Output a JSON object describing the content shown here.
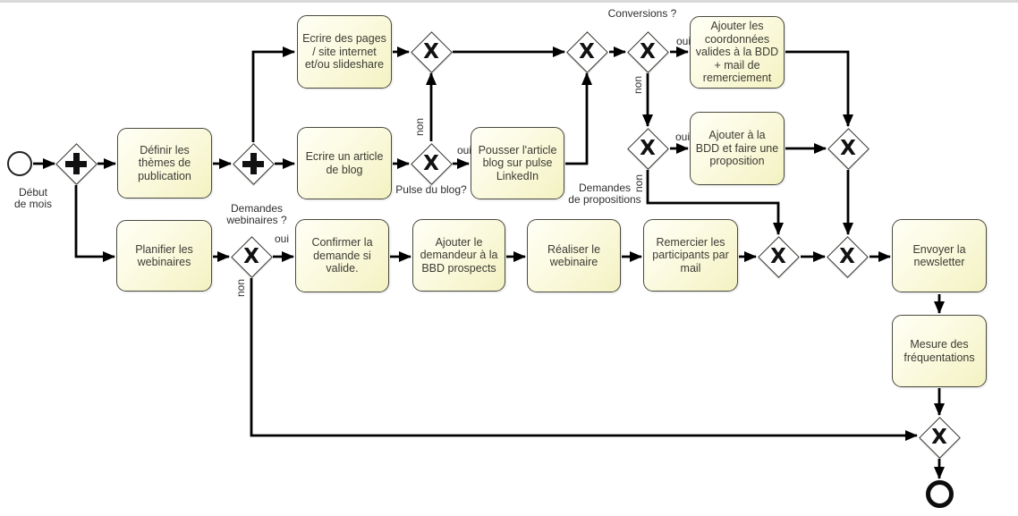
{
  "icons": {
    "exclusive_gateway": "X",
    "parallel_gateway": "+"
  },
  "events": {
    "start_label": "Début\nde mois"
  },
  "tasks": {
    "definir_themes": "Définir les\nthèmes de\npublication",
    "ecrire_pages": "Ecrire des pages\n/ site internet\net/ou slideshare",
    "ecrire_article": "Ecrire un article\nde blog",
    "pousser_article": "Pousser l'article\nblog sur pulse\nLinkedIn",
    "ajouter_coordonnees": "Ajouter les\ncoordonnées\nvalides à la BDD\n+ mail de\nremerciement",
    "ajouter_bdd_proposition": "Ajouter à la\nBDD et faire une\nproposition",
    "planifier_webinaires": "Planifier les\nwebinaires",
    "confirmer_demande": "Confirmer la\ndemande si\nvalide.",
    "ajouter_demandeur": "Ajouter le\ndemandeur à la\nBBD prospects",
    "realiser_webinaire": "Réaliser le\nwebinaire",
    "remercier_participants": "Remercier les\nparticipants par\nmail",
    "envoyer_newsletter": "Envoyer la\nnewsletter",
    "mesure_frequentations": "Mesure des\nfréquentations"
  },
  "gateway_labels": {
    "conversions": "Conversions ?",
    "pulse_du_blog": "Pulse du blog?",
    "demandes_webinaires": "Demandes\nwebinaires ?",
    "demandes_propositions": "Demandes\nde propositions"
  },
  "branch_labels": {
    "yes": "oui",
    "no": "non"
  }
}
